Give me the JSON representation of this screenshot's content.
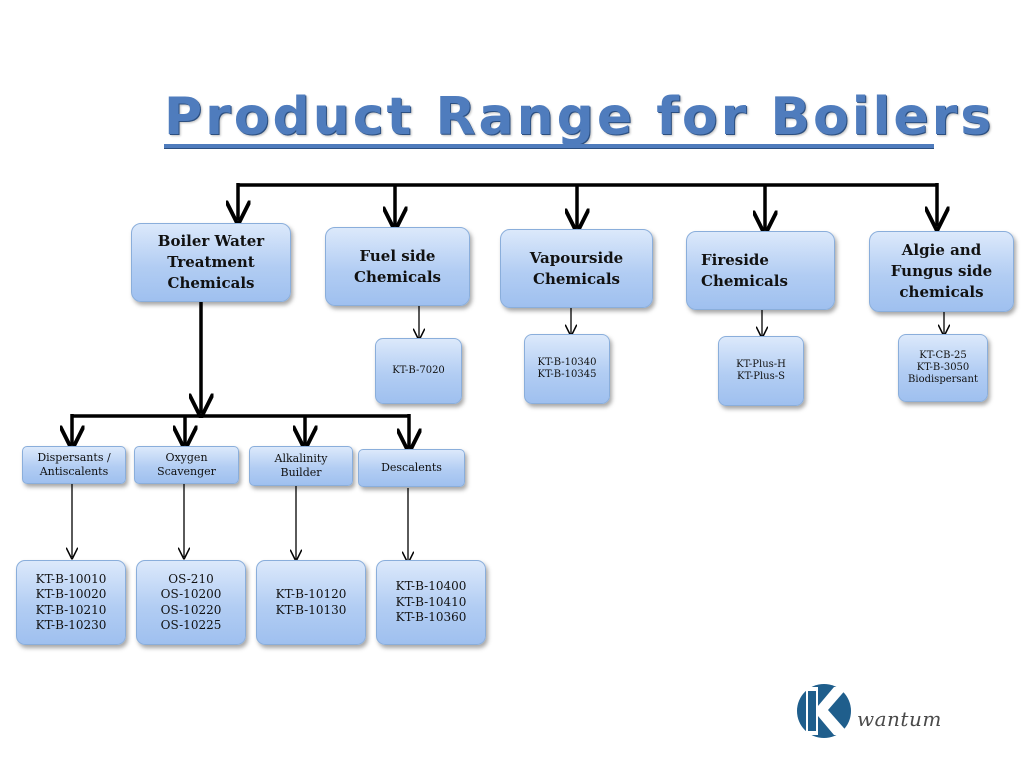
{
  "title": "Product Range for Boilers",
  "categories": [
    {
      "label": "Boiler Water\nTreatment\nChemicals"
    },
    {
      "label": "Fuel side\nChemicals",
      "products": "KT-B-7020"
    },
    {
      "label": "Vapourside\nChemicals",
      "products": "KT-B-10340\nKT-B-10345"
    },
    {
      "label": "Fireside\nChemicals",
      "products": "KT-Plus-H\nKT-Plus-S"
    },
    {
      "label": "Algie and\nFungus side\nchemicals",
      "products": "KT-CB-25\nKT-B-3050\nBiodispersant"
    }
  ],
  "subcategories": [
    {
      "label": "Dispersants /\nAntiscalents",
      "products": "KT-B-10010\nKT-B-10020\nKT-B-10210\nKT-B-10230"
    },
    {
      "label": "Oxygen\nScavenger",
      "products": "OS-210\nOS-10200\nOS-10220\nOS-10225"
    },
    {
      "label": "Alkalinity\nBuilder",
      "products": "KT-B-10120\nKT-B-10130"
    },
    {
      "label": "Descalents",
      "products": "KT-B-10400\nKT-B-10410\nKT-B-10360"
    }
  ],
  "logo": {
    "text": "wantum",
    "mark_letter": "K",
    "accent": "#1f5e8c"
  },
  "colors": {
    "title": "#4f7cbd",
    "box_top": "#dce9fb",
    "box_bottom": "#9fc0ef",
    "box_border": "#8aaedb",
    "lines": "#000000"
  }
}
